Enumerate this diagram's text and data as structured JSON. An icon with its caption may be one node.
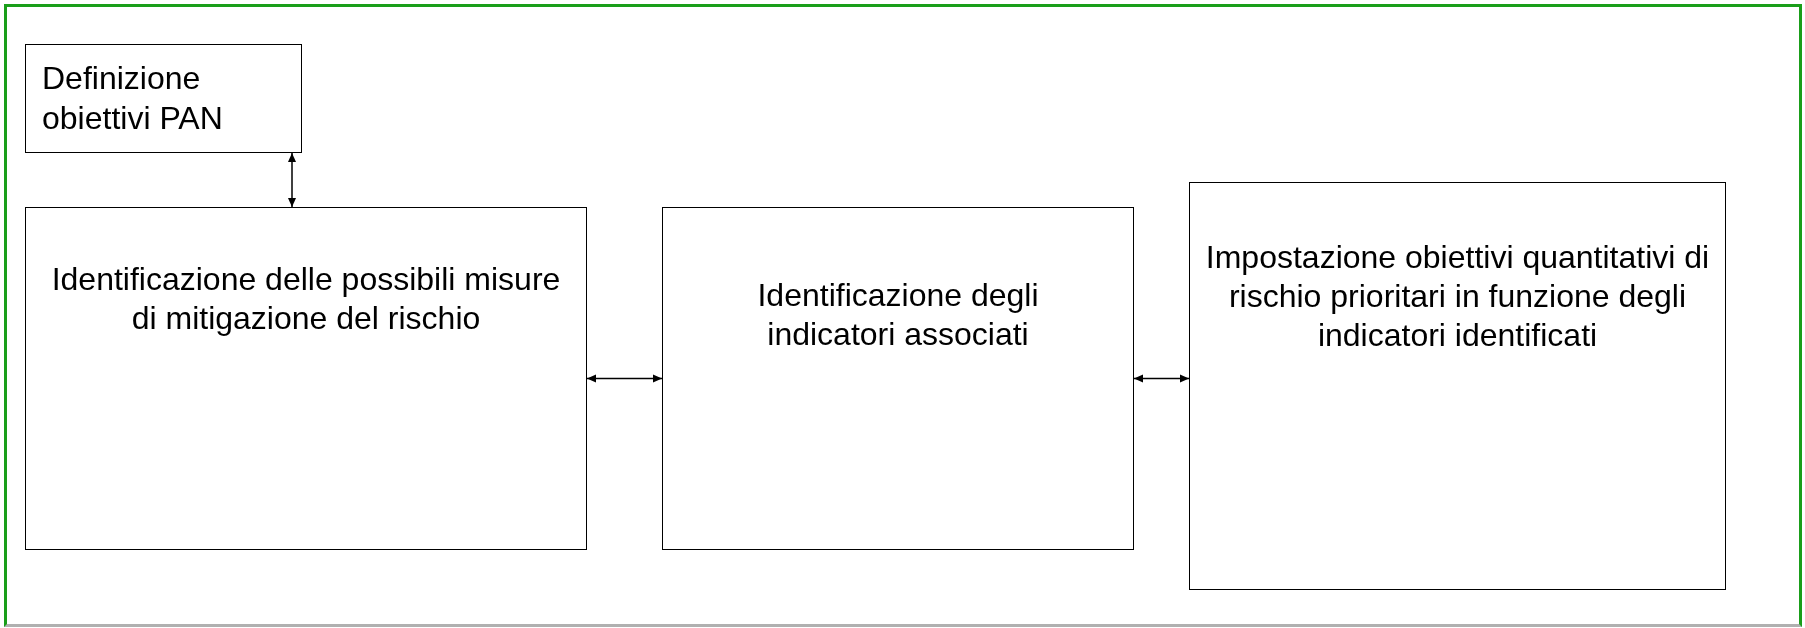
{
  "diagram": {
    "nodes": [
      {
        "text": [
          "Definizione obiettivi PAN"
        ]
      },
      {
        "text": [
          "Identificazione delle possibili misure di mitigazione del rischio"
        ]
      },
      {
        "text": [
          "Identificazione degli indicatori associati"
        ]
      },
      {
        "text": [
          "Impostazione obiettivi quantitativi di rischio prioritari in funzione degli indicatori identificati"
        ]
      }
    ],
    "edges": [
      {
        "from": 0,
        "to": 1,
        "arrow": "both"
      },
      {
        "from": 1,
        "to": 2,
        "arrow": "both"
      },
      {
        "from": 2,
        "to": 3,
        "arrow": "both"
      }
    ]
  }
}
